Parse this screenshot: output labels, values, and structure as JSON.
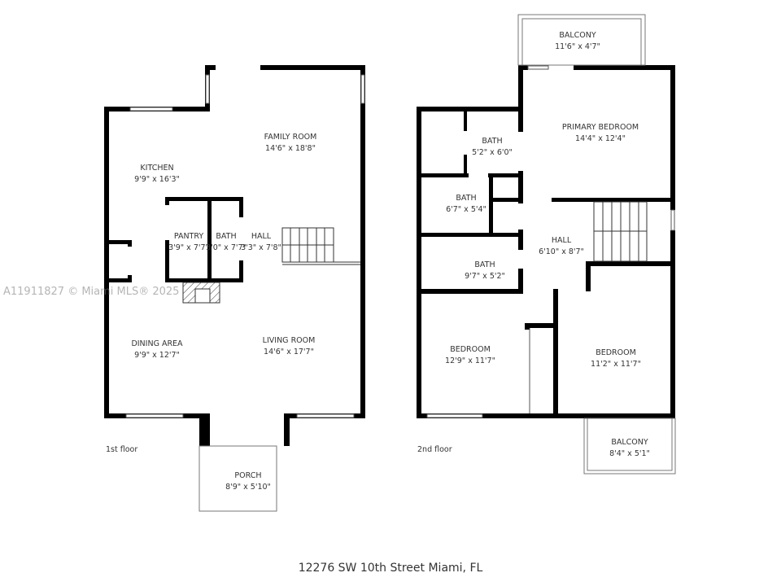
{
  "watermark": "A11911827 © Miami MLS® 2025",
  "address": "12276 SW 10th Street Miami, FL",
  "floors": [
    {
      "caption": "1st floor",
      "rooms": [
        {
          "name": "FAMILY ROOM",
          "size": "14'6\" x 18'8\""
        },
        {
          "name": "KITCHEN",
          "size": "9'9\" x 16'3\""
        },
        {
          "name": "PANTRY",
          "size": "3'9\" x 7'7\""
        },
        {
          "name": "BATH",
          "size": "3'0\" x 7'7\""
        },
        {
          "name": "HALL",
          "size": "3'3\" x 7'8\""
        },
        {
          "name": "DINING AREA",
          "size": "9'9\" x 12'7\""
        },
        {
          "name": "LIVING ROOM",
          "size": "14'6\" x 17'7\""
        },
        {
          "name": "PORCH",
          "size": "8'9\" x 5'10\""
        }
      ]
    },
    {
      "caption": "2nd floor",
      "rooms": [
        {
          "name": "BALCONY",
          "size": "11'6\" x 4'7\""
        },
        {
          "name": "PRIMARY BEDROOM",
          "size": "14'4\" x 12'4\""
        },
        {
          "name": "BATH",
          "size": "5'2\" x 6'0\""
        },
        {
          "name": "BATH",
          "size": "6'7\" x 5'4\""
        },
        {
          "name": "HALL",
          "size": "6'10\" x 8'7\""
        },
        {
          "name": "BATH",
          "size": "9'7\" x 5'2\""
        },
        {
          "name": "BEDROOM",
          "size": "12'9\" x 11'7\""
        },
        {
          "name": "BEDROOM",
          "size": "11'2\" x 11'7\""
        },
        {
          "name": "BALCONY",
          "size": "8'4\" x 5'1\""
        }
      ]
    }
  ]
}
